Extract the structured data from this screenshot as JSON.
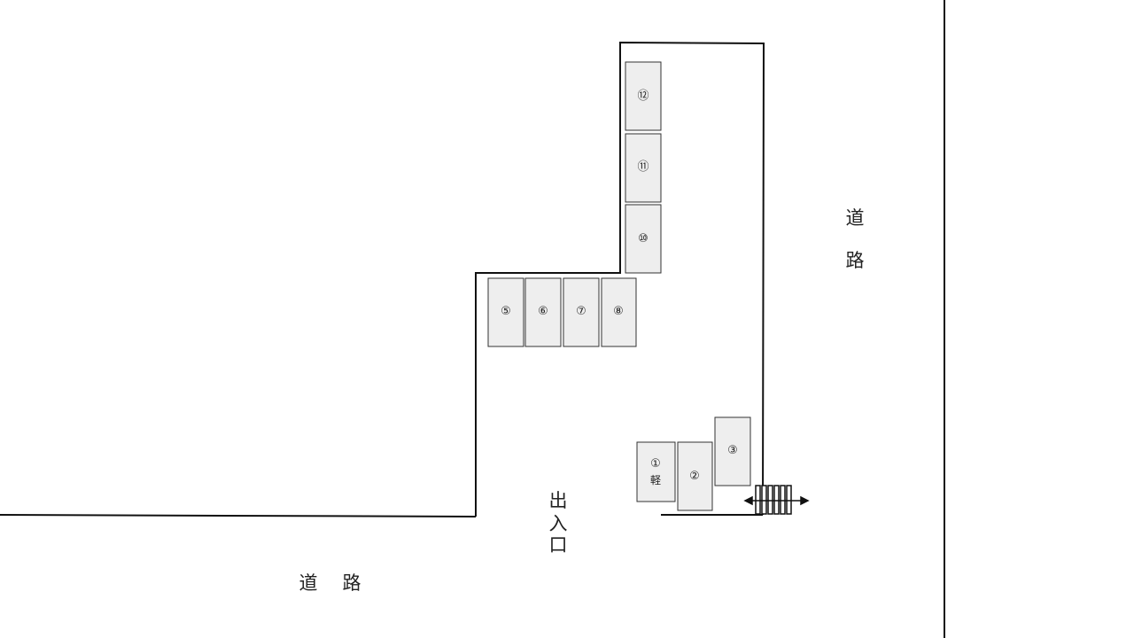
{
  "labels": {
    "road_bottom": [
      "道",
      "路"
    ],
    "road_right": [
      "道",
      "路"
    ],
    "entrance": [
      "出",
      "入",
      "口"
    ]
  },
  "spots": [
    {
      "id": "spot-1",
      "label": "①",
      "sub": "軽"
    },
    {
      "id": "spot-2",
      "label": "②",
      "sub": ""
    },
    {
      "id": "spot-3",
      "label": "③",
      "sub": ""
    },
    {
      "id": "spot-5",
      "label": "⑤",
      "sub": ""
    },
    {
      "id": "spot-6",
      "label": "⑥",
      "sub": ""
    },
    {
      "id": "spot-7",
      "label": "⑦",
      "sub": ""
    },
    {
      "id": "spot-8",
      "label": "⑧",
      "sub": ""
    },
    {
      "id": "spot-10",
      "label": "⑩",
      "sub": ""
    },
    {
      "id": "spot-11",
      "label": "⑪",
      "sub": ""
    },
    {
      "id": "spot-12",
      "label": "⑫",
      "sub": ""
    }
  ],
  "colors": {
    "line": "#111111",
    "spot_fill": "#eeeeee",
    "spot_stroke": "#333333"
  }
}
